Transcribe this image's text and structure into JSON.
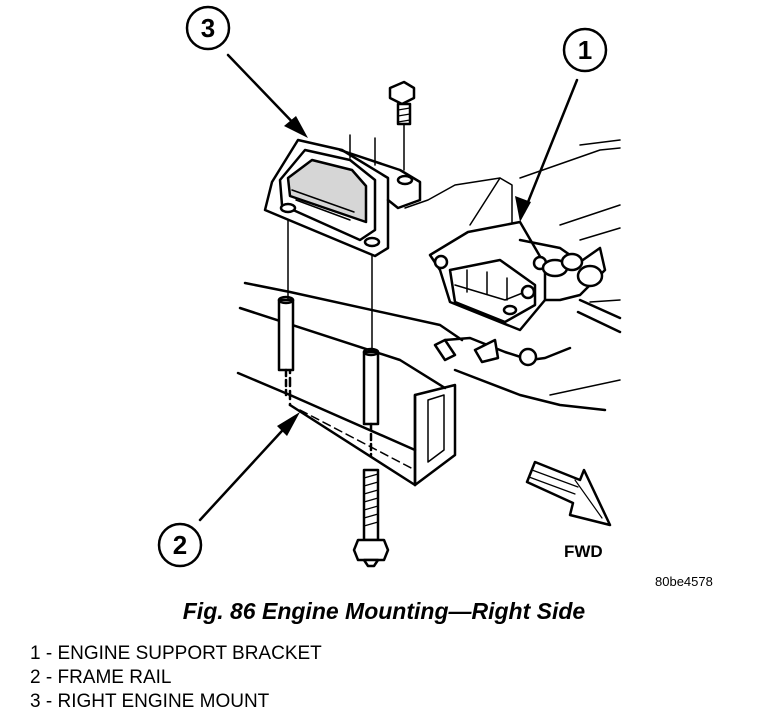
{
  "callouts": {
    "c1": "1",
    "c2": "2",
    "c3": "3"
  },
  "direction_label": "FWD",
  "figure_code": "80be4578",
  "caption": "Fig. 86 Engine Mounting—Right Side",
  "legend": [
    {
      "num": "1",
      "sep": " - ",
      "text": "ENGINE SUPPORT BRACKET"
    },
    {
      "num": "2",
      "sep": " - ",
      "text": "FRAME RAIL"
    },
    {
      "num": "3",
      "sep": " - ",
      "text": "RIGHT ENGINE MOUNT"
    }
  ]
}
